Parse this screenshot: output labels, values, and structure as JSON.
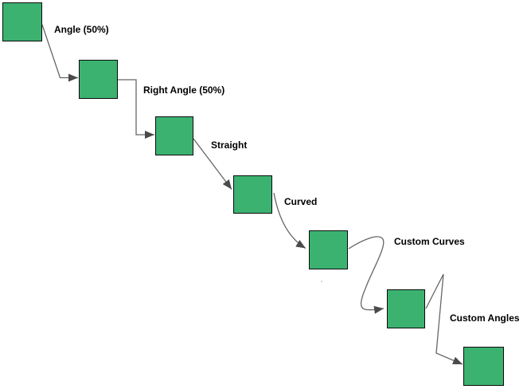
{
  "canvas": {
    "background_color": "#ffffff"
  },
  "colors": {
    "node_fill": "#3cb271",
    "node_border": "#0a0a0a",
    "connector_line": "#666666",
    "arrowhead": "#4a4a4a",
    "label_text": "#000000"
  },
  "nodes": [
    {
      "id": "node-1"
    },
    {
      "id": "node-2"
    },
    {
      "id": "node-3"
    },
    {
      "id": "node-4"
    },
    {
      "id": "node-5"
    },
    {
      "id": "node-6"
    },
    {
      "id": "node-7"
    }
  ],
  "connectors": [
    {
      "from": "node-1",
      "to": "node-2",
      "style": "angle",
      "label": "Angle (50%)"
    },
    {
      "from": "node-2",
      "to": "node-3",
      "style": "right-angle",
      "label": "Right Angle (50%)"
    },
    {
      "from": "node-3",
      "to": "node-4",
      "style": "straight",
      "label": "Straight"
    },
    {
      "from": "node-4",
      "to": "node-5",
      "style": "curved",
      "label": "Curved"
    },
    {
      "from": "node-5",
      "to": "node-6",
      "style": "custom-curves",
      "label": "Custom Curves"
    },
    {
      "from": "node-6",
      "to": "node-7",
      "style": "custom-angles",
      "label": "Custom Angles"
    }
  ]
}
